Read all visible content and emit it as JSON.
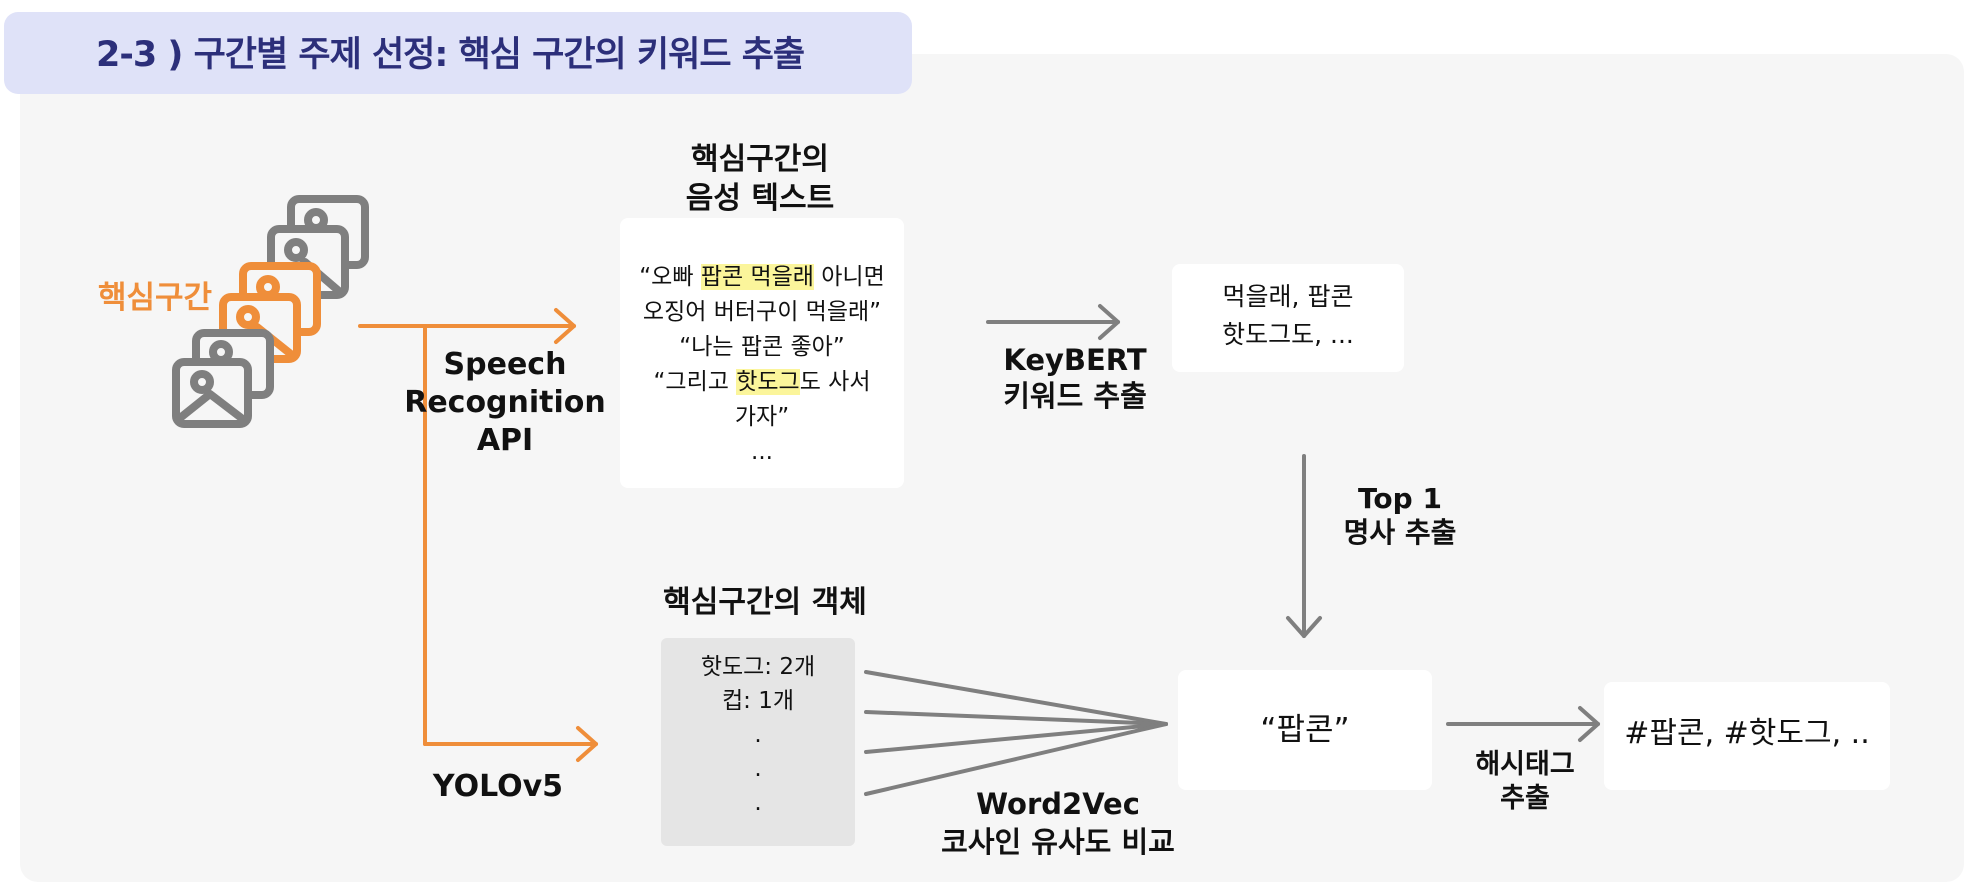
{
  "header": {
    "title": "2-3 ) 구간별 주제 선정: 핵심 구간의 키워드 추출"
  },
  "core_section_label": "핵심구간",
  "speech_api_label": [
    "Speech",
    "Recognition",
    "API"
  ],
  "yolo_label": "YOLOv5",
  "speech_text_title": [
    "핵심구간의",
    "음성 텍스트"
  ],
  "speech_text": {
    "line1_pre": "“오빠 ",
    "line1_hl": "팝콘 먹을래",
    "line1_post": " 아니면",
    "line2": "오징어 버터구이 먹을래”",
    "line3": "“나는 팝콘 좋아”",
    "line4_pre": "“그리고 ",
    "line4_hl": "핫도그",
    "line4_post": "도 사서",
    "line5": "가자”",
    "line6": "..."
  },
  "keybert_label": [
    "KeyBERT",
    "키워드 추출"
  ],
  "keywords_box": [
    "먹을래,  팝콘",
    "핫도그도, ..."
  ],
  "top1_label": [
    "Top 1",
    "명사 추출"
  ],
  "objects_title": "핵심구간의 객체",
  "objects": [
    "핫도그: 2개",
    "컵: 1개",
    ".",
    ".",
    "."
  ],
  "word2vec_label": [
    "Word2Vec",
    "코사인 유사도 비교"
  ],
  "result_word": "“팝콘”",
  "hashtag_label": [
    "해시태그",
    "추출"
  ],
  "hashtags": "#팝콘, #핫도그, ..",
  "colors": {
    "orange": "#ef8e3a",
    "gray_arrow": "#7f7f7f",
    "title_bg": "#dfe2f8",
    "title_fg": "#2c2f7a",
    "highlight": "#fbf59b"
  }
}
